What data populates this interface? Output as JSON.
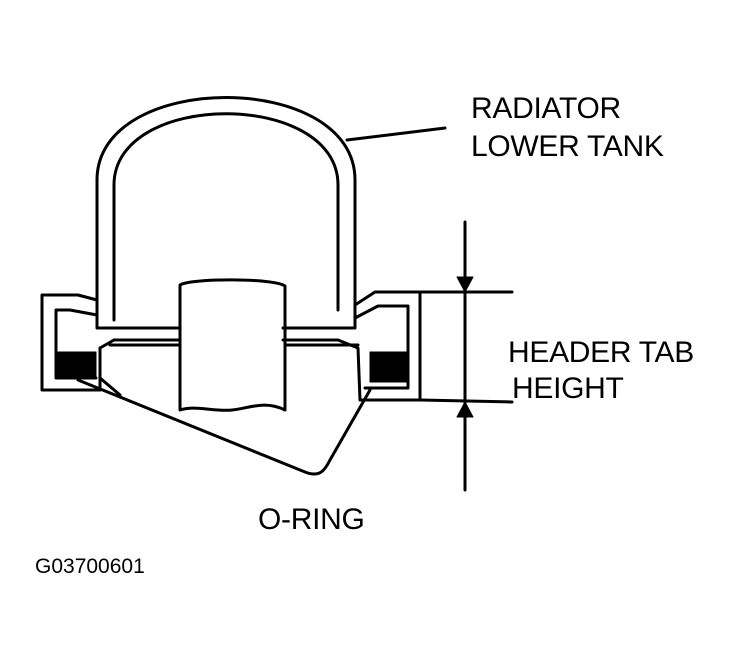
{
  "labels": {
    "radiator_line1": "RADIATOR",
    "radiator_line2": "LOWER TANK",
    "header_line1": "HEADER TAB",
    "header_line2": "HEIGHT",
    "oring": "O-RING"
  },
  "figure_code": "G03700601",
  "colors": {
    "ink": "#000000",
    "paper": "#ffffff"
  }
}
